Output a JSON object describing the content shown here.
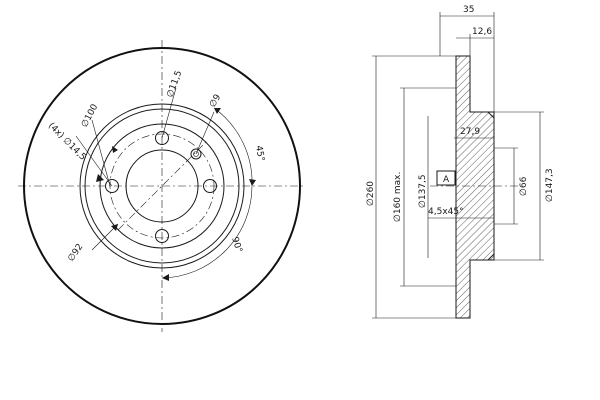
{
  "front_view": {
    "labels": {
      "hole_diameter": "∅11,5",
      "hole_count_diameter": "(4x) ∅14,5",
      "pcd_100": "∅100",
      "dim_9": "∅9",
      "angle": "45°",
      "angle_90": "90°",
      "dim_92": "∅92"
    }
  },
  "side_view": {
    "labels": {
      "width_35": "35",
      "thickness": "12,6",
      "offset": "27,9",
      "outer_diameter": "∅260",
      "friction_max": "∅160 max.",
      "hub_diameter": "∅137,5",
      "datum": "A",
      "chamfer": "4,5x45°",
      "center_bore": "∅66",
      "inner_diameter": "∅147,3"
    }
  }
}
